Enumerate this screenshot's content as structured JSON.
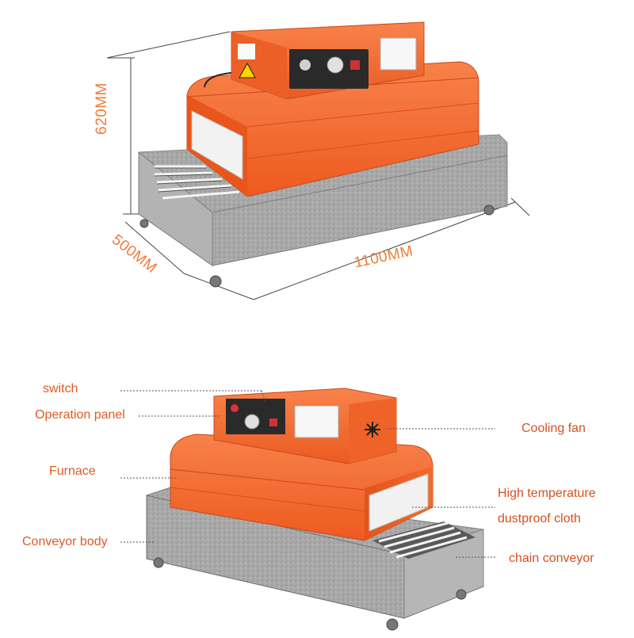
{
  "dimensions": {
    "height": "620MM",
    "depth": "500MM",
    "width": "1100MM"
  },
  "callouts_left": [
    "switch",
    "Operation panel",
    "Furnace",
    "Conveyor body"
  ],
  "callouts_right": [
    "Cooling fan",
    "High temperature",
    "dustproof cloth",
    "chain conveyor"
  ],
  "colors": {
    "machine_orange": "#f0652a",
    "panel_orange": "#f36a2b",
    "frame_gray": "#a7a7a7",
    "label_orange": "#e15a22"
  }
}
